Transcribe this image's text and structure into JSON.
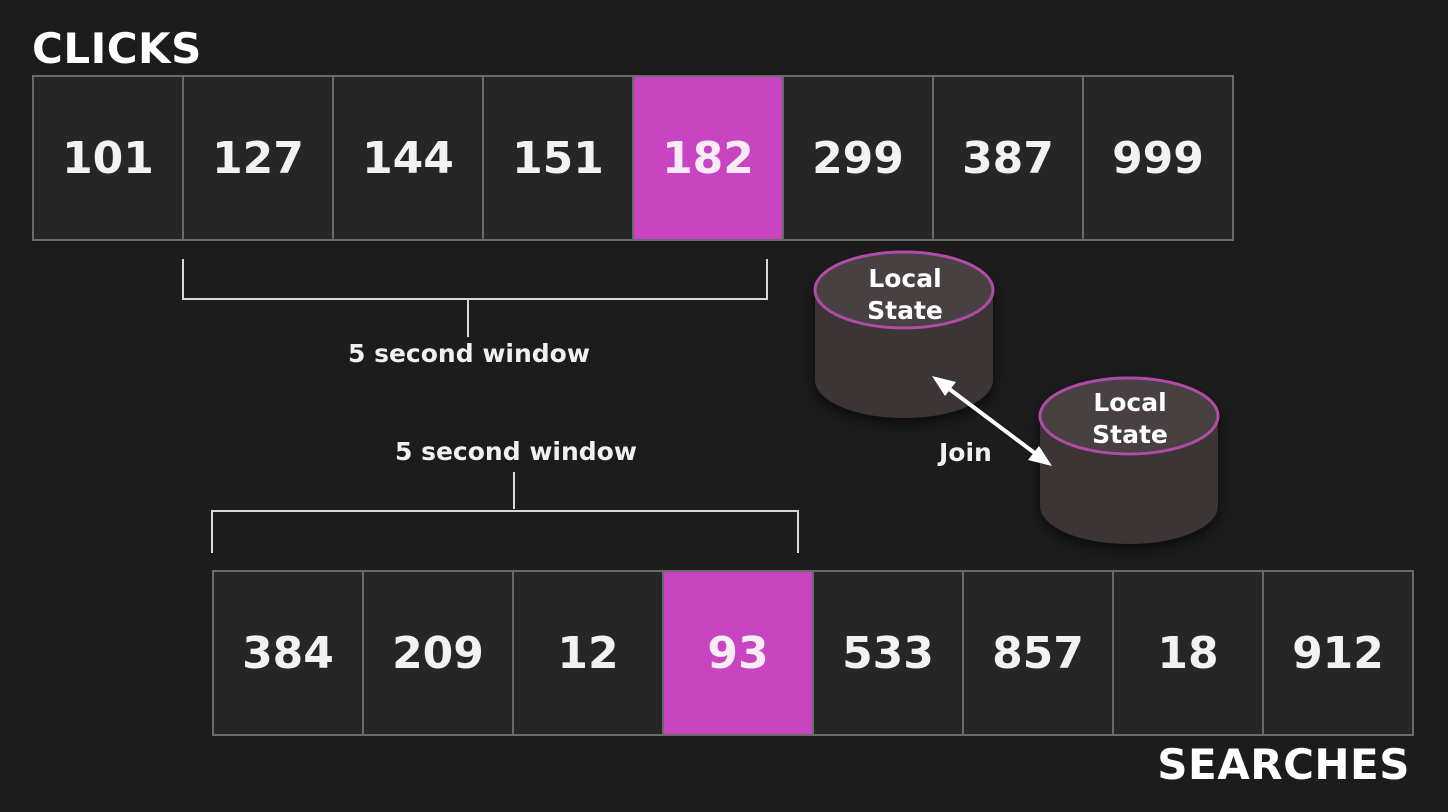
{
  "clicks": {
    "title": "CLICKS",
    "values": [
      "101",
      "127",
      "144",
      "151",
      "182",
      "299",
      "387",
      "999"
    ],
    "highlight_index": 4,
    "window_label": "5 second window"
  },
  "searches": {
    "title": "SEARCHES",
    "values": [
      "384",
      "209",
      "12",
      "93",
      "533",
      "857",
      "18",
      "912"
    ],
    "highlight_index": 3,
    "window_label": "5 second window"
  },
  "local_state_1": {
    "line1": "Local",
    "line2": "State"
  },
  "local_state_2": {
    "line1": "Local",
    "line2": "State"
  },
  "join_label": "Join",
  "colors": {
    "background": "#1c1c1c",
    "cell": "#262626",
    "cell_border": "#6a6a6a",
    "highlight": "#c944c0",
    "db_body": "#3e3535",
    "db_rim": "#b04ba8"
  }
}
